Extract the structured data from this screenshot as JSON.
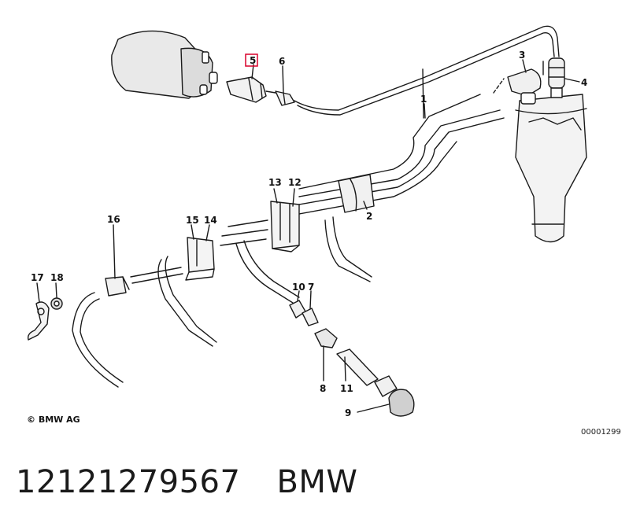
{
  "callouts": {
    "c1": "1",
    "c2": "2",
    "c3": "3",
    "c4": "4",
    "c5": "5",
    "c6": "6",
    "c7": "7",
    "c8": "8",
    "c9": "9",
    "c10": "10",
    "c11": "11",
    "c12": "12",
    "c13": "13",
    "c14": "14",
    "c15": "15",
    "c16": "16",
    "c17": "17",
    "c18": "18"
  },
  "highlighted_callout": "5",
  "highlight_color": "#d9002a",
  "copyright": "© BMW AG",
  "image_id": "00001299",
  "footer": {
    "part_number": "12121279567",
    "brand": "BMW"
  }
}
